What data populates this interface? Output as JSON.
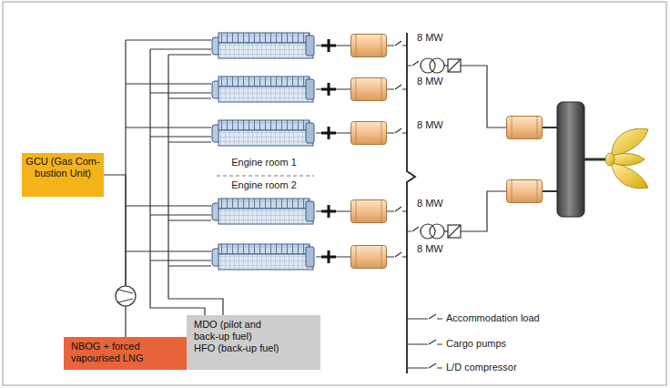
{
  "diagram": {
    "nodes": [
      {
        "text": [
          "GCU (Gas Com- bustion Unit)"
        ]
      },
      {
        "text": [
          "NBOG + forced vapourised LNG"
        ]
      },
      {
        "text": [
          "MDO (pilot and back-up fuel)",
          "HFO (back-up fuel)"
        ]
      }
    ],
    "edges": [
      {
        "from": 1,
        "to": 0,
        "arrow": "none"
      }
    ],
    "labels": [
      "8 MW",
      "8 MW",
      "8 MW",
      "Engine room 1",
      "Engine room 2",
      "8 MW",
      "8 MW",
      "Accommodation load",
      "Cargo pumps",
      "L/D compressor"
    ]
  }
}
